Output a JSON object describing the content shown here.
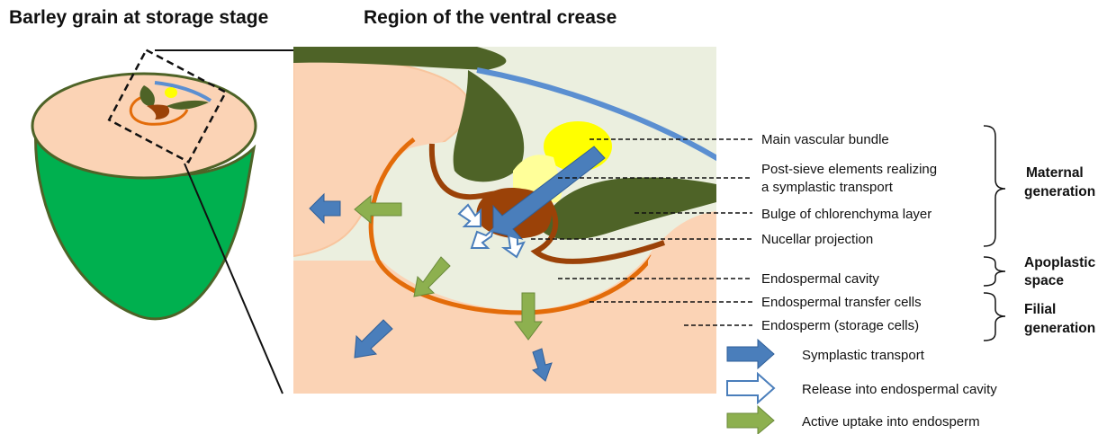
{
  "titles": {
    "left": "Barley grain at storage stage",
    "right": "Region of the ventral crease"
  },
  "labels": {
    "main_vascular_bundle": "Main vascular bundle",
    "post_sieve_line1": "Post-sieve elements realizing",
    "post_sieve_line2": "a symplastic transport",
    "bulge": "Bulge of chlorenchyma layer",
    "nucellar": "Nucellar projection",
    "cavity": "Endospermal cavity",
    "transfer": "Endospermal transfer cells",
    "endosperm": "Endosperm (storage cells)"
  },
  "groups": {
    "maternal_line1": "Maternal",
    "maternal_line2": "generation",
    "apoplastic_line1": "Apoplastic",
    "apoplastic_line2": "space",
    "filial_line1": "Filial",
    "filial_line2": "generation"
  },
  "legend": {
    "symplastic": "Symplastic transport",
    "release": "Release into endospermal cavity",
    "uptake": "Active uptake into endosperm"
  },
  "colors": {
    "endosperm": "#fbd3b5",
    "cavity": "#ebefdf",
    "chlorenchyma": "#4e6327",
    "nucellar": "#9b4208",
    "transfer_cells": "#e36c0a",
    "pericarp": "#00b04f",
    "vascular": "#ffff00",
    "symplastic_arrow": "#4a7ebb",
    "uptake_arrow": "#8db04f",
    "outline_blue": "#5b8fd1"
  }
}
